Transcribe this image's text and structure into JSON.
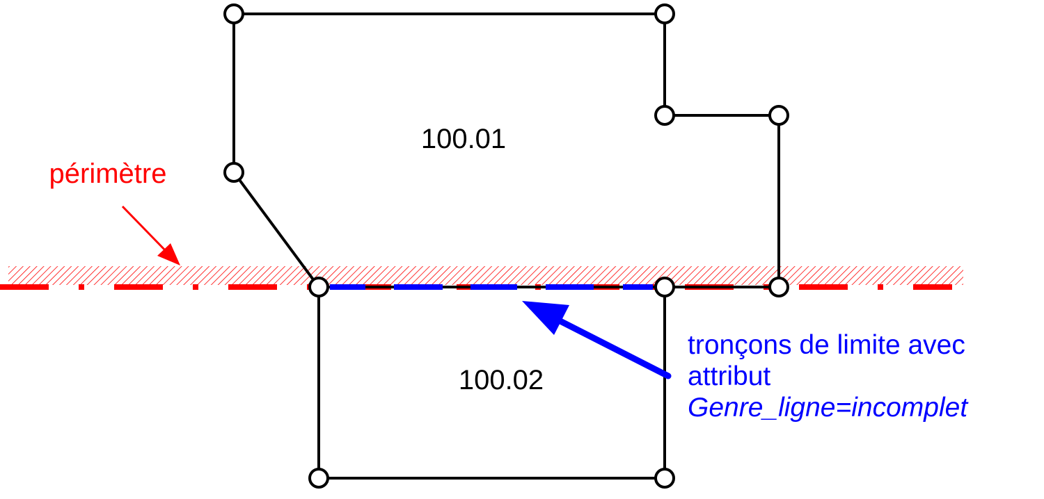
{
  "parcels": [
    {
      "id": "parcel-100-01",
      "label": "100.01"
    },
    {
      "id": "parcel-100-02",
      "label": "100.02"
    }
  ],
  "perimeter": {
    "label": "périmètre",
    "color": "#ff0000"
  },
  "annotation": {
    "line1": "tronçons de limite avec",
    "line2": "attribut",
    "line3": "Genre_ligne=incomplet",
    "color": "#0000ff"
  },
  "colors": {
    "boundary": "#000000",
    "perimeter": "#ff0000",
    "incomplete_segment": "#0000ff",
    "vertex_fill": "#ffffff"
  }
}
